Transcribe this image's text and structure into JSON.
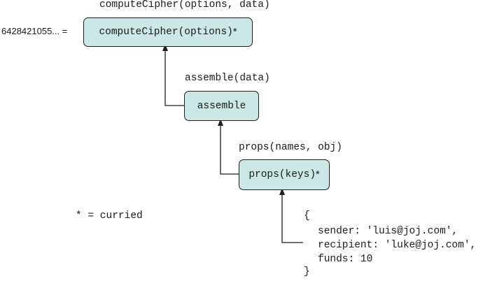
{
  "nodes": {
    "compute_cipher": {
      "signature": "computeCipher(options, data)",
      "box_label": "computeCipher(options)",
      "curried_mark": "*",
      "result_prefix": "6428421055... ="
    },
    "assemble": {
      "signature": "assemble(data)",
      "box_label": "assemble"
    },
    "props": {
      "signature": "props(names, obj)",
      "box_label": "props(keys)",
      "curried_mark": "*"
    }
  },
  "legend": {
    "curried_note": "* = curried"
  },
  "input_object": {
    "open_brace": "{",
    "lines": [
      "sender: 'luis@joj.com',",
      "recipient: 'luke@joj.com',",
      "funds: 10"
    ],
    "close_brace": "}"
  },
  "colors": {
    "box_fill": "#cce8e6",
    "stroke": "#1f1f1f",
    "text": "#1a1a1a"
  }
}
